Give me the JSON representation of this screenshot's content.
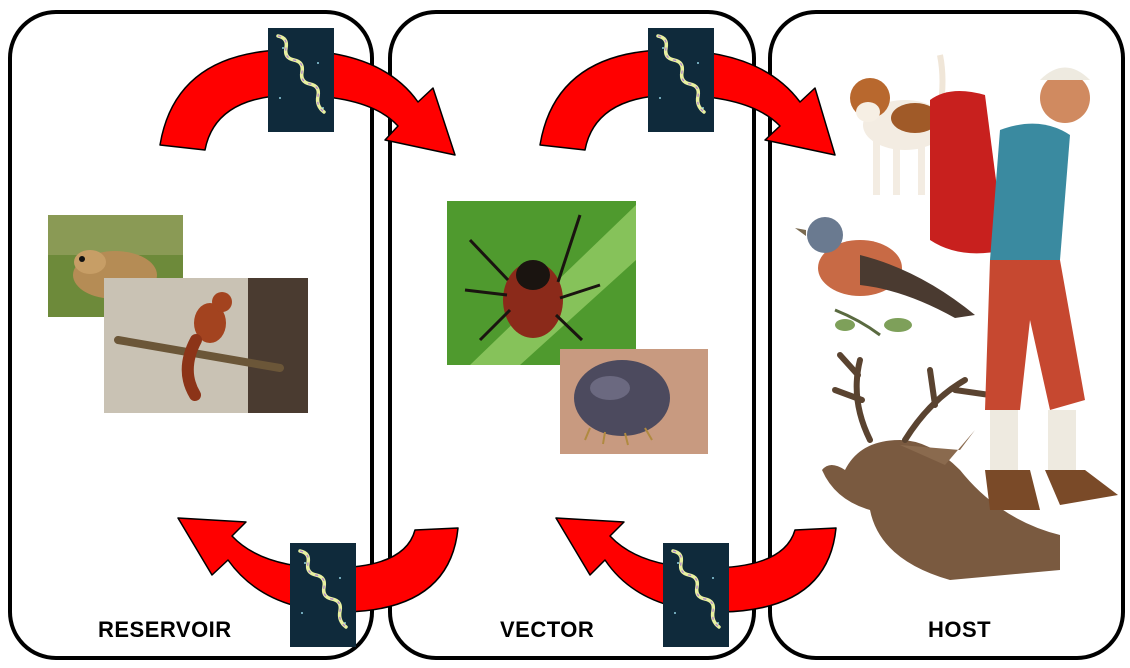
{
  "panels": [
    {
      "label": "RESERVOIR"
    },
    {
      "label": "VECTOR"
    },
    {
      "label": "HOST"
    }
  ],
  "colors": {
    "arrow": "#ff0000",
    "arrow_outline": "#000000",
    "panel_border": "#000000",
    "spirochete_bg": "#0f2a3b",
    "spirochete": "#e8f0a0"
  },
  "icons": {
    "spirochete": "spirochete-bacterium-icon",
    "arrow": "curved-arrow-icon"
  },
  "images": {
    "reservoir": [
      "wood-mouse-photo",
      "red-squirrel-photo"
    ],
    "vector": [
      "tick-on-leaf-photo",
      "engorged-tick-photo"
    ],
    "host": [
      "beagle-dog-photo",
      "chaffinch-bird-photo",
      "red-deer-stag-photo",
      "hiker-human-photo"
    ]
  }
}
